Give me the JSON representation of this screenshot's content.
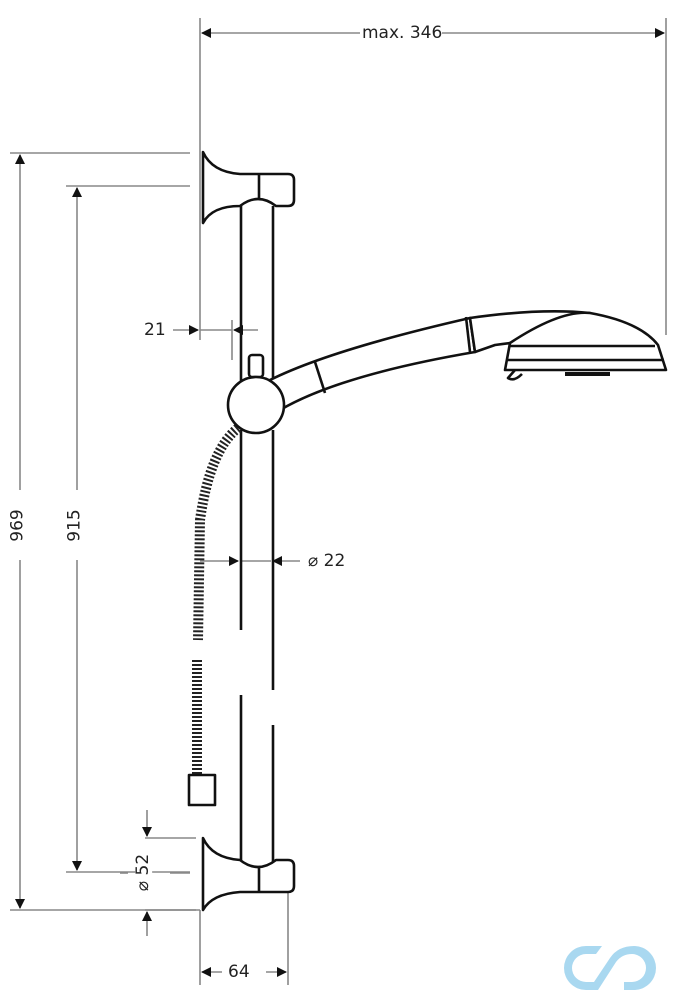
{
  "drawing": {
    "subject": "Shower rail set with hand shower, hose and wall brackets",
    "line_color": "#111111",
    "dimension_color": "#888888"
  },
  "dimensions": {
    "max_width": {
      "label": "max. 346",
      "value": 346
    },
    "total_height": {
      "label": "969",
      "value": 969
    },
    "rail_length": {
      "label": "915",
      "value": 915
    },
    "wall_offset": {
      "label": "21",
      "value": 21
    },
    "rail_diameter": {
      "label": "⌀ 22",
      "value": 22
    },
    "bracket_diameter": {
      "label": "⌀ 52",
      "value": 52
    },
    "bracket_depth": {
      "label": "64",
      "value": 64
    }
  },
  "watermark": {
    "name": "cd-logo",
    "color": "#a9d8f0"
  }
}
